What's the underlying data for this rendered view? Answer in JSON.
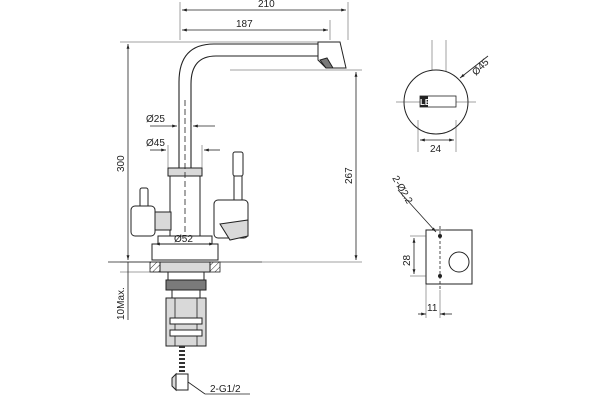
{
  "dimensions": {
    "overall_reach": "210",
    "spout_reach": "187",
    "overall_height": "300",
    "spout_height": "267",
    "spout_diameter": "Ø25",
    "body_diameter": "Ø45",
    "base_diameter": "Ø52",
    "max_thickness": "10Max.",
    "connection": "2-G1/2",
    "handle_diameter": "Ø45",
    "handle_width": "24",
    "hole_spec": "2-Ø2.2",
    "plate_height": "28",
    "plate_width": "11"
  },
  "brand": {
    "logo_text": "LEMARK"
  }
}
